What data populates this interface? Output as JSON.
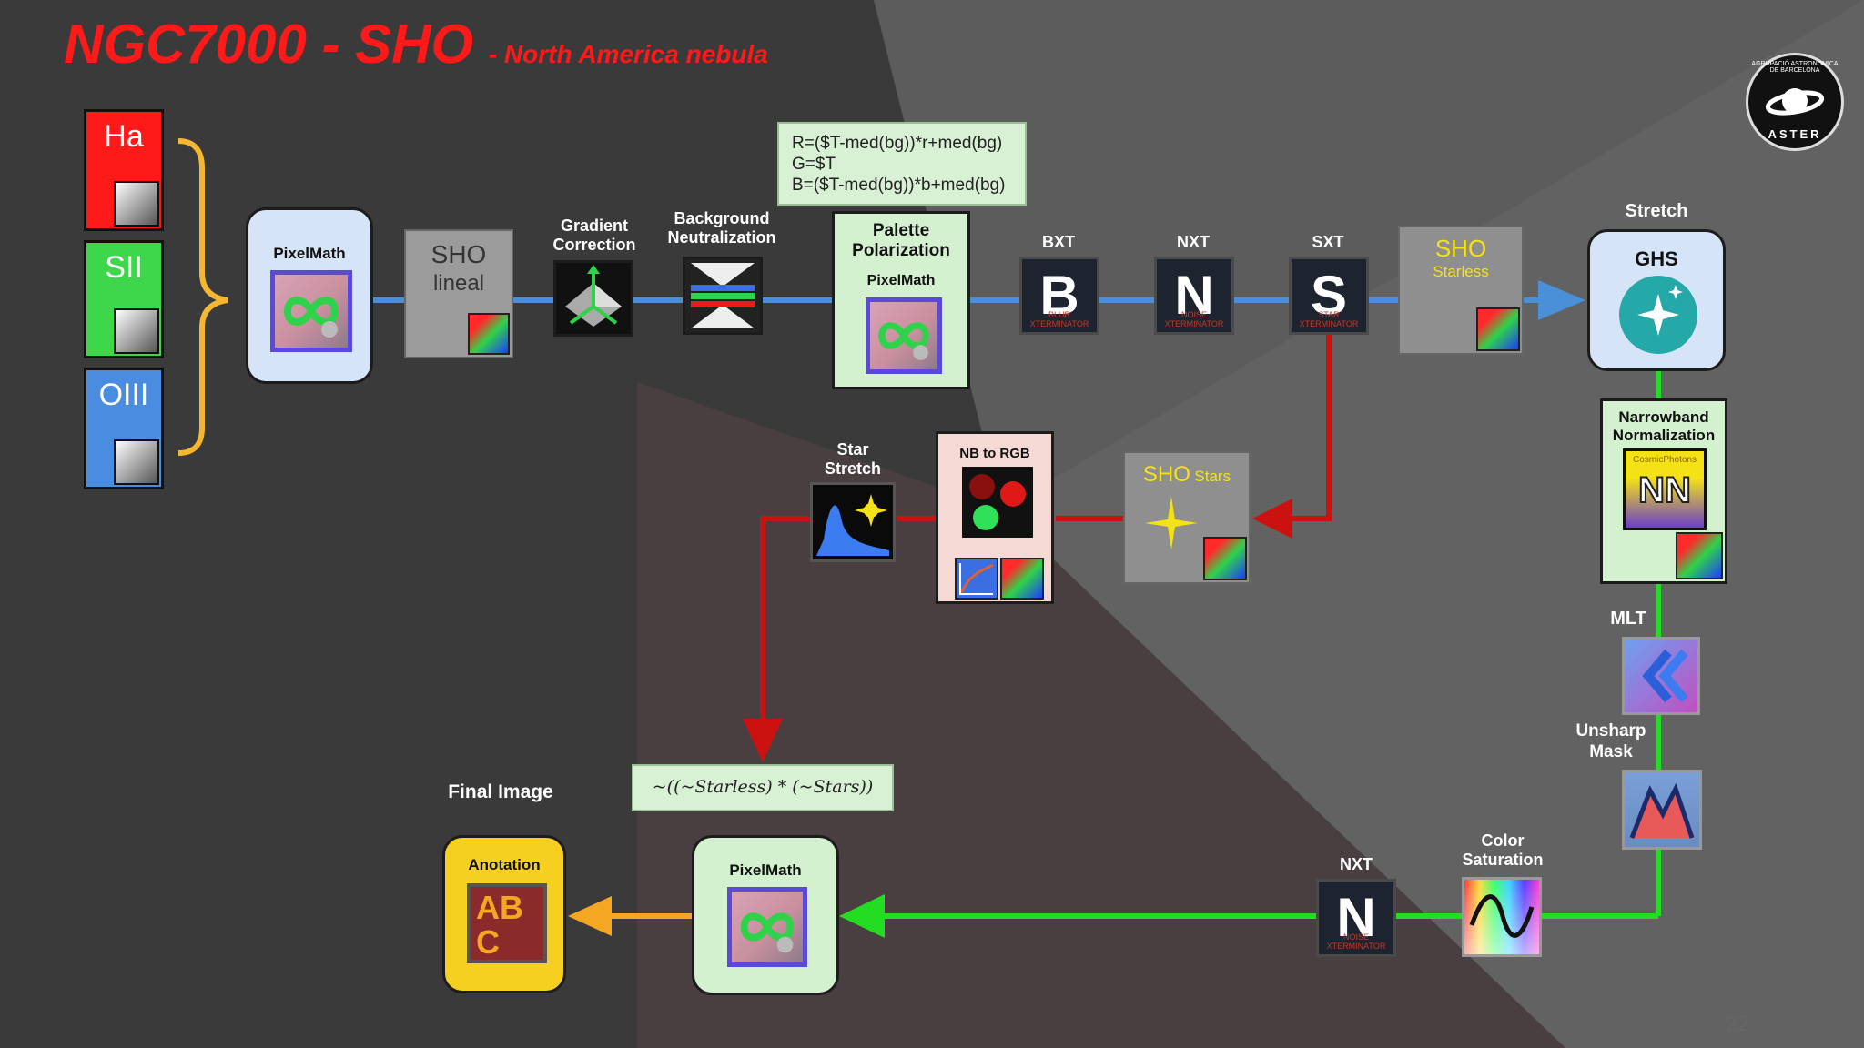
{
  "title": {
    "main": "NGC7000 - SHO",
    "sub": "- North America nebula"
  },
  "channels": [
    {
      "label": "Ha",
      "color": "#ff1a1a"
    },
    {
      "label": "SII",
      "color": "#3ed64a"
    },
    {
      "label": "OIII",
      "color": "#4a8ce0"
    }
  ],
  "nodes": {
    "pixelmath_1": "PixelMath",
    "sho_lineal": {
      "line1": "SHO",
      "line2": "lineal"
    },
    "gradient": {
      "line1": "Gradient",
      "line2": "Correction"
    },
    "background": {
      "line1": "Background",
      "line2": "Neutralization"
    },
    "palette": {
      "line1": "Palette",
      "line2": "Polarization",
      "line3": "PixelMath"
    },
    "formula_palette": {
      "line1": "R=($T-med(bg))*r+med(bg)",
      "line2": "G=$T",
      "line3": "B=($T-med(bg))*b+med(bg)"
    },
    "bxt": {
      "label": "BXT",
      "glyph": "B",
      "caption": "BLUR XTERMINATOR"
    },
    "nxt": {
      "label": "NXT",
      "glyph": "N",
      "caption": "NOISE XTERMINATOR"
    },
    "sxt": {
      "label": "SXT",
      "glyph": "S",
      "caption": "STAR XTERMINATOR"
    },
    "sho_starless": {
      "line1": "SHO",
      "line2": "Starless"
    },
    "stretch": {
      "label": "Stretch",
      "name": "GHS"
    },
    "nb_norm": {
      "line1": "Narrowband",
      "line2": "Normalization",
      "badge": "CosmicPhotons",
      "glyph": "NN"
    },
    "mlt": "MLT",
    "unsharp": {
      "line1": "Unsharp",
      "line2": "Mask"
    },
    "color_sat": {
      "line1": "Color",
      "line2": "Saturation"
    },
    "nxt2": {
      "label": "NXT",
      "glyph": "N",
      "caption": "NOISE XTERMINATOR"
    },
    "pixelmath_2": "PixelMath",
    "formula_combine": "~((~Starless) * (~Stars))",
    "final": "Final Image",
    "anotation": {
      "label": "Anotation",
      "glyph": "ABC"
    },
    "star_stretch": {
      "line1": "Star",
      "line2": "Stretch"
    },
    "nb_to_rgb": "NB to RGB",
    "sho_stars": {
      "line1": "SHO",
      "line2": "Stars"
    }
  },
  "logo": {
    "text": "AGRUPACIÓ ASTRONÒMICA DE BARCELONA",
    "name": "ASTER"
  },
  "page_number": "22",
  "colors": {
    "blue_line": "#4a90d9",
    "red_line": "#cc1111",
    "green_line": "#22dd22",
    "orange_line": "#f5a623",
    "brace": "#f5b731",
    "yellow_text": "#f5e216"
  }
}
